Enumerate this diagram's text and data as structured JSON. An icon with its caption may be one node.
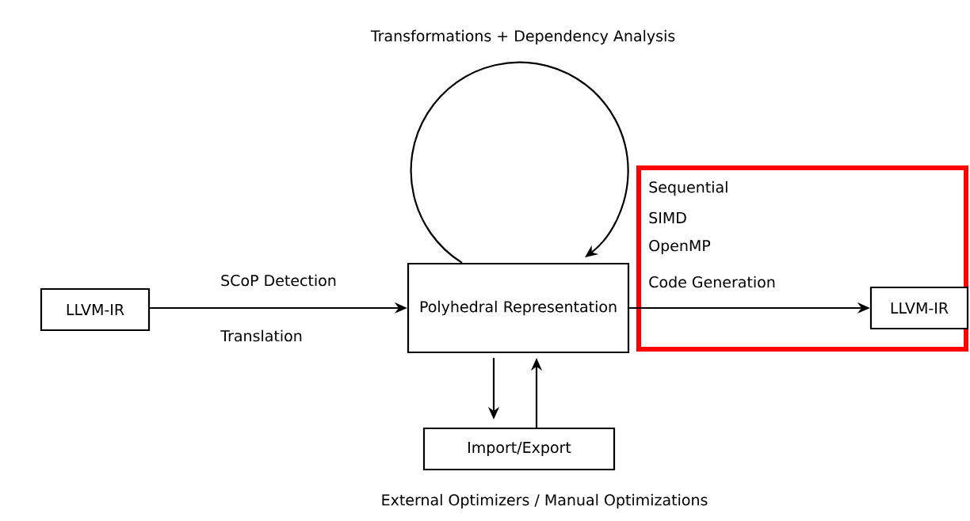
{
  "diagram": {
    "nodes": [
      {
        "text": [
          "LLVM-IR"
        ]
      },
      {
        "text": [
          "Polyhedral Representation"
        ]
      },
      {
        "text": [
          "LLVM-IR"
        ]
      },
      {
        "text": [
          "Import/Export"
        ]
      }
    ],
    "edges": [
      {
        "from": 0,
        "to": 1,
        "arrow": "to",
        "label": "SCoP Detection"
      },
      {
        "from": 1,
        "to": 1,
        "arrow": "to",
        "label": "Transformations + Dependency Analysis"
      },
      {
        "from": 1,
        "to": 2,
        "arrow": "to",
        "label": "Code Generation"
      },
      {
        "from": 1,
        "to": 3,
        "arrow": "to"
      },
      {
        "from": 3,
        "to": 1,
        "arrow": "to"
      }
    ],
    "labels": [
      "Sequential",
      "SIMD",
      "OpenMP",
      "Translation",
      "External Optimizers / Manual Optimizations"
    ]
  }
}
